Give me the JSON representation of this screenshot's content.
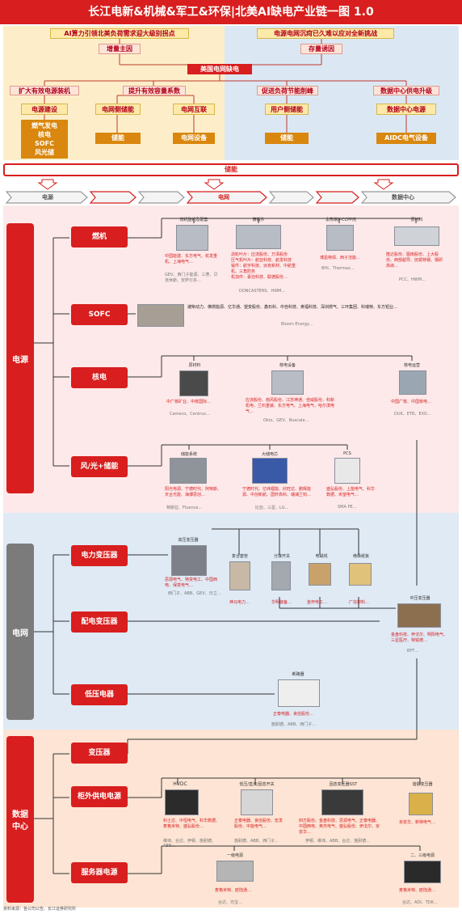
{
  "title": "长江电新&机械&军工&环保|北美AI缺电产业链一图 1.0",
  "top": {
    "left_head": "AI算力引领北美负荷需求迎大级别拐点",
    "left_sub": "增量主因",
    "right_head": "电源电网沉疴已久难以应对全新挑战",
    "right_sub": "存量诱因",
    "center": "美国电网缺电",
    "actions": [
      "扩大有效电源装机",
      "提升有效容量系数",
      "促进负荷节能削峰",
      "数据中心供电升级"
    ],
    "mid": [
      "电源建设",
      "电网侧储能",
      "电网互联",
      "用户侧储能",
      "数据中心电源"
    ],
    "bottom_list": [
      "燃气发电",
      "核电",
      "SOFC",
      "风光储"
    ],
    "bottom": [
      "储能",
      "电网设备",
      "储能",
      "AIDC电气设备"
    ],
    "storage_bar": "储能",
    "flow": [
      "电源",
      "电网",
      "数据中心"
    ]
  },
  "sections": {
    "power": "电源",
    "grid": "电网",
    "dc": "数据中心"
  },
  "power": {
    "gas": {
      "label": "燃机",
      "cols": [
        {
          "head": "燃机整机及配套",
          "red": "中国能建、东方电气、杭发重机、上海电气…",
          "grey": "GEV、西门子能源、三菱、贝克休斯、安萨尔多…"
        },
        {
          "head": "铸锻件",
          "red": "涡轮叶片：应流股份、万泽股份\n压气机叶片：航亚科技、航发科技\n锻件：航宇科技、派克新材、中航重机、三角防务\n机加件：豪迈科技、联德股份…",
          "grey": "DONCASTERS、HWM…"
        },
        {
          "head": "余热锅炉CCPP用",
          "red": "博盈特焊、西子洁能…",
          "grey": "BHI、Thermax…"
        },
        {
          "head": "原材料",
          "red": "隆达股份、图南股份、上大股份、西部超导、抚顺特钢、钢研高纳…",
          "grey": "PCC、HWM…"
        }
      ]
    },
    "sofc": {
      "label": "SOFC",
      "red": "潍柴动力、佛燃能源、亿华通、望变股份、鑫石科、中自科技、奥福科技、深圳燃气、三环集团、科瑞特、东方钽业…",
      "grey": "Bloom Energy…"
    },
    "nuclear": {
      "label": "核电",
      "cols": [
        {
          "head": "原材料",
          "red": "中广核矿业、中核国际…",
          "grey": "Cameco、Centrus…"
        },
        {
          "head": "核电设备",
          "red": "应流股份、南风股份、江苏神通、佳威股份、科新机电、兰石重装、东方电气、上海电气、哈尔滨电气…",
          "grey": "Okio、GEV、Nuscale…"
        },
        {
          "head": "核电运营",
          "red": "中国广核、中国核电…",
          "grey": "DUK、ETR、EXO…"
        }
      ]
    },
    "wind": {
      "label": "风/光+储能",
      "cols": [
        {
          "head": "储能系统",
          "red": "阳光电源、宁德时代、阿特斯、天合光能、海博思创…",
          "grey": "特斯拉、Fluence…"
        },
        {
          "head": "大储电芯",
          "red": "宁德时代、亿纬锂能、欣旺达、鹏辉能源、中创新航、国轩高科、瑞浦兰钧…",
          "grey": "比亚、三星、LG…"
        },
        {
          "head": "PCS",
          "red": "盛弘股份、上能电气、科华数据、禾望电气…",
          "grey": "SMA PE…"
        }
      ]
    }
  },
  "grid": {
    "power_tf": {
      "label": "电力变压器",
      "head": "高压变压器",
      "red": "思源电气、特变电工、中国西电、保变电气…",
      "grey": "西门子、ABB、GEV、日立…"
    },
    "parts": [
      {
        "head": "复合套管",
        "red": "神马电力…"
      },
      {
        "head": "分接开关",
        "red": "华明装备…"
      },
      {
        "head": "电磁线",
        "red": "金杯电工…"
      },
      {
        "head": "绝缘纸板",
        "red": "广信材料…"
      }
    ],
    "dist_tf": {
      "label": "配电变压器",
      "head": "中压变压器",
      "red": "金盘科技、伊戈尔、明阳电气、三星医疗、特锐德…",
      "grey": "EPT…"
    },
    "lv": {
      "label": "低压电器",
      "head": "断路器",
      "red": "正泰电器、良信股份…",
      "grey": "施耐德、ABB、西门子…"
    }
  },
  "dc": {
    "tf": {
      "label": "变压器"
    },
    "ext": {
      "label": "柜外供电电源",
      "cols": [
        {
          "head": "HVDC",
          "red": "科士达、中恒电气、科华数据、麦格米特、盛弘股份…",
          "grey": "维谛、台达、伊顿、施耐德、ABB…"
        },
        {
          "head": "低压/直流/固态开关",
          "red": "正泰电器、良信股份、宏发股份、中能电气…",
          "grey": "施耐德、ABB、西门子…"
        },
        {
          "head": "固态变压器SST",
          "red": "四方股份、金盘科技、思源电气、正泰电器、中国西电、英杰电气、盛弘股份、伊戈尔、京泉华…",
          "grey": "伊顿、维谛、ABB、台达、施耐德…"
        },
        {
          "head": "谐振变压器",
          "red": "京泉华、新特电气…",
          "grey": ""
        }
      ]
    },
    "srv": {
      "label": "服务器电源",
      "cols": [
        {
          "head": "一级电源",
          "red": "麦格米特、欧陆通…",
          "grey": "台达、光宝…"
        },
        {
          "head": "二、三级电源",
          "red": "麦格米特、欧陆通…",
          "grey": "台达、ADI、TDK…"
        }
      ]
    }
  },
  "source": "资料来源：各公司公告、长江证券研究所",
  "colors": {
    "red": "#d81e1e",
    "grey_bar": "#7b7b7b",
    "orange": "#d9870e"
  }
}
